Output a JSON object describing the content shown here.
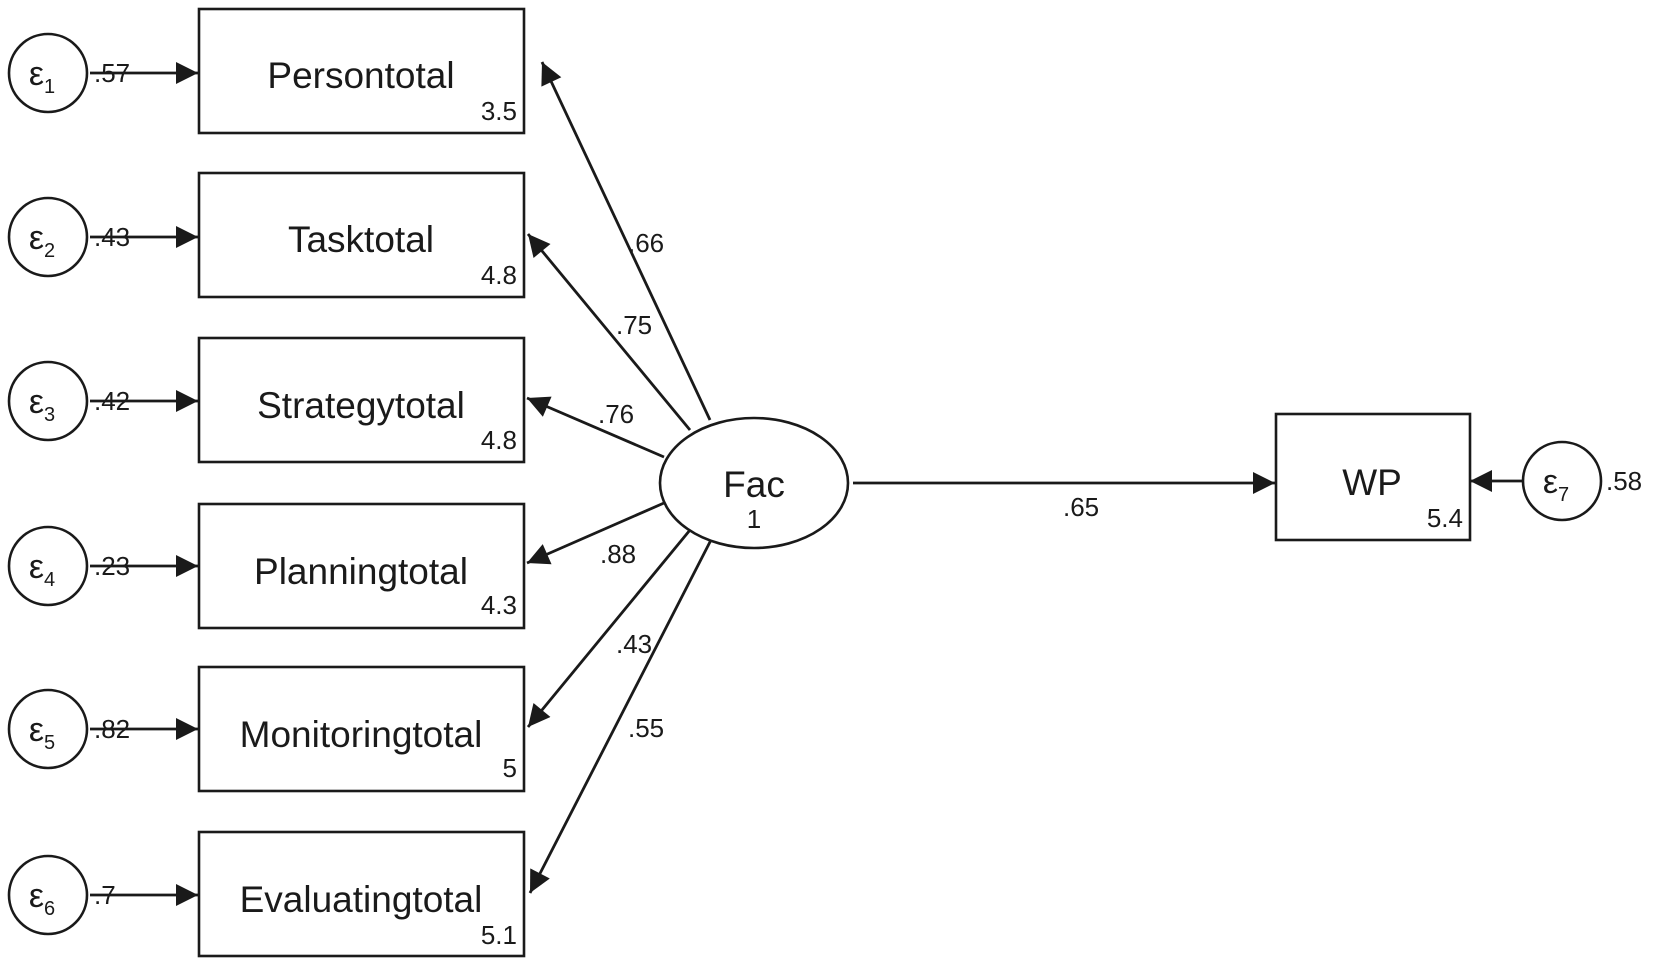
{
  "latent": {
    "name": "Fac",
    "variance": "1"
  },
  "indicators": [
    {
      "name": "Persontotal",
      "intercept": "3.5",
      "error": "ε",
      "error_index": "1",
      "error_variance": ".57",
      "loading": ".66"
    },
    {
      "name": "Tasktotal",
      "intercept": "4.8",
      "error": "ε",
      "error_index": "2",
      "error_variance": ".43",
      "loading": ".75"
    },
    {
      "name": "Strategytotal",
      "intercept": "4.8",
      "error": "ε",
      "error_index": "3",
      "error_variance": ".42",
      "loading": ".76"
    },
    {
      "name": "Planningtotal",
      "intercept": "4.3",
      "error": "ε",
      "error_index": "4",
      "error_variance": ".23",
      "loading": ".88"
    },
    {
      "name": "Monitoringtotal",
      "intercept": "5",
      "error": "ε",
      "error_index": "5",
      "error_variance": ".82",
      "loading": ".43"
    },
    {
      "name": "Evaluatingtotal",
      "intercept": "5.1",
      "error": "ε",
      "error_index": "6",
      "error_variance": ".7",
      "loading": ".55"
    }
  ],
  "outcome": {
    "name": "WP",
    "intercept": "5.4",
    "error": "ε",
    "error_index": "7",
    "error_variance": ".58",
    "path": ".65"
  }
}
